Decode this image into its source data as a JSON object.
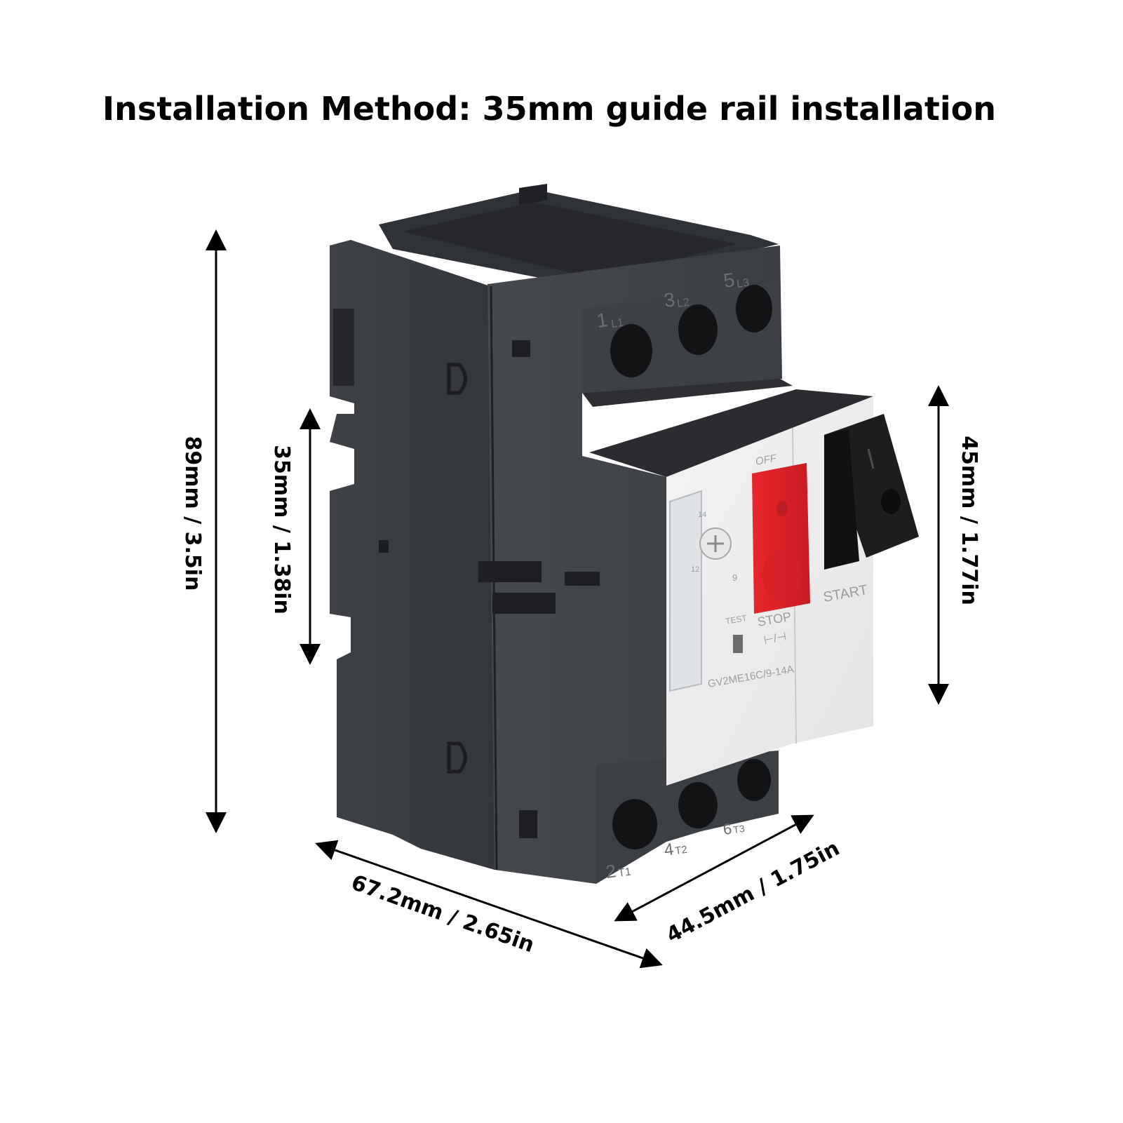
{
  "title": "Installation Method: 35mm guide rail installation",
  "dimensions": {
    "height_total": "89mm / 3.5in",
    "rail": "35mm / 1.38in",
    "front_panel": "45mm / 1.77in",
    "depth": "67.2mm / 2.65in",
    "width": "44.5mm / 1.75in"
  },
  "device": {
    "model": "GV2ME16C/9-14A",
    "off_label": "OFF",
    "stop_label": "STOP",
    "start_label": "START",
    "test_label": "TEST",
    "dial_values": [
      "14",
      "12",
      "9"
    ],
    "terminals_top": [
      {
        "num": "1",
        "sub": "L1"
      },
      {
        "num": "3",
        "sub": "L2"
      },
      {
        "num": "5",
        "sub": "L3"
      }
    ],
    "terminals_bottom": [
      {
        "num": "2",
        "sub": "T1"
      },
      {
        "num": "4",
        "sub": "T2"
      },
      {
        "num": "6",
        "sub": "T3"
      }
    ]
  },
  "colors": {
    "body": "#3c3f44",
    "body_dark": "#2b2d31",
    "panel": "#ececec",
    "stop_button": "#e0242a",
    "start_button": "#1c1d1f"
  }
}
